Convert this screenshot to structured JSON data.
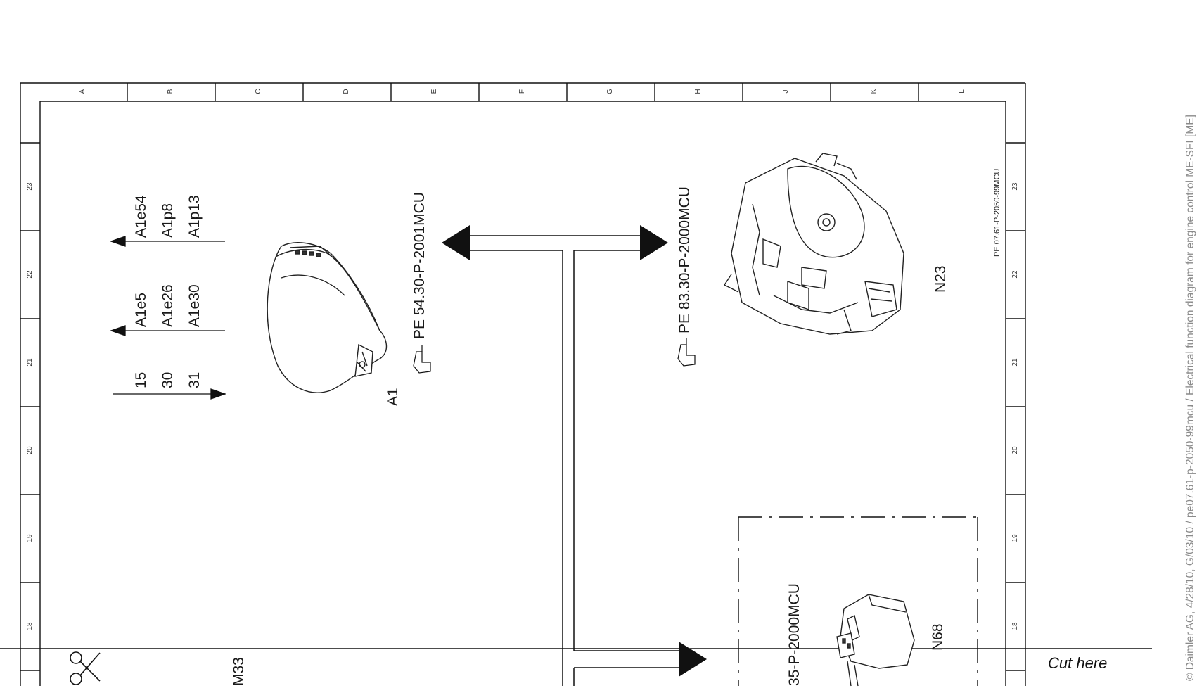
{
  "copyright": "© Daimler AG, 4/28/10, G/03/10 / pe07.61-p-2050-99mcu / Electrical function diagram for engine control ME-SFI [ME]",
  "document_ref": "PE 07.61-P-2050-99MCU",
  "column_headers": [
    "A",
    "B",
    "C",
    "D",
    "E",
    "F",
    "G",
    "H",
    "J",
    "K",
    "L"
  ],
  "row_headers": [
    "23",
    "22",
    "21",
    "20",
    "19",
    "18"
  ],
  "cut_label": "Cut here",
  "terminals": {
    "group1": [
      "A1e54",
      "A1p8",
      "A1p13"
    ],
    "group2": [
      "A1e5",
      "A1e26",
      "A1e30"
    ],
    "group3": [
      "15",
      "30",
      "31"
    ]
  },
  "components": {
    "a1": "A1",
    "n23": "N23",
    "n68": "N68",
    "m33_partial": "M33"
  },
  "references": {
    "ref1": "PE 54.30-P-2001MCU",
    "ref2": "PE 83.30-P-2000MCU",
    "ref3_partial": "35-P-2000MCU"
  },
  "icons": [
    "scissors-icon",
    "pointing-hand-icon",
    "instrument-cluster-illustration",
    "climate-control-unit-illustration",
    "control-module-illustration"
  ]
}
